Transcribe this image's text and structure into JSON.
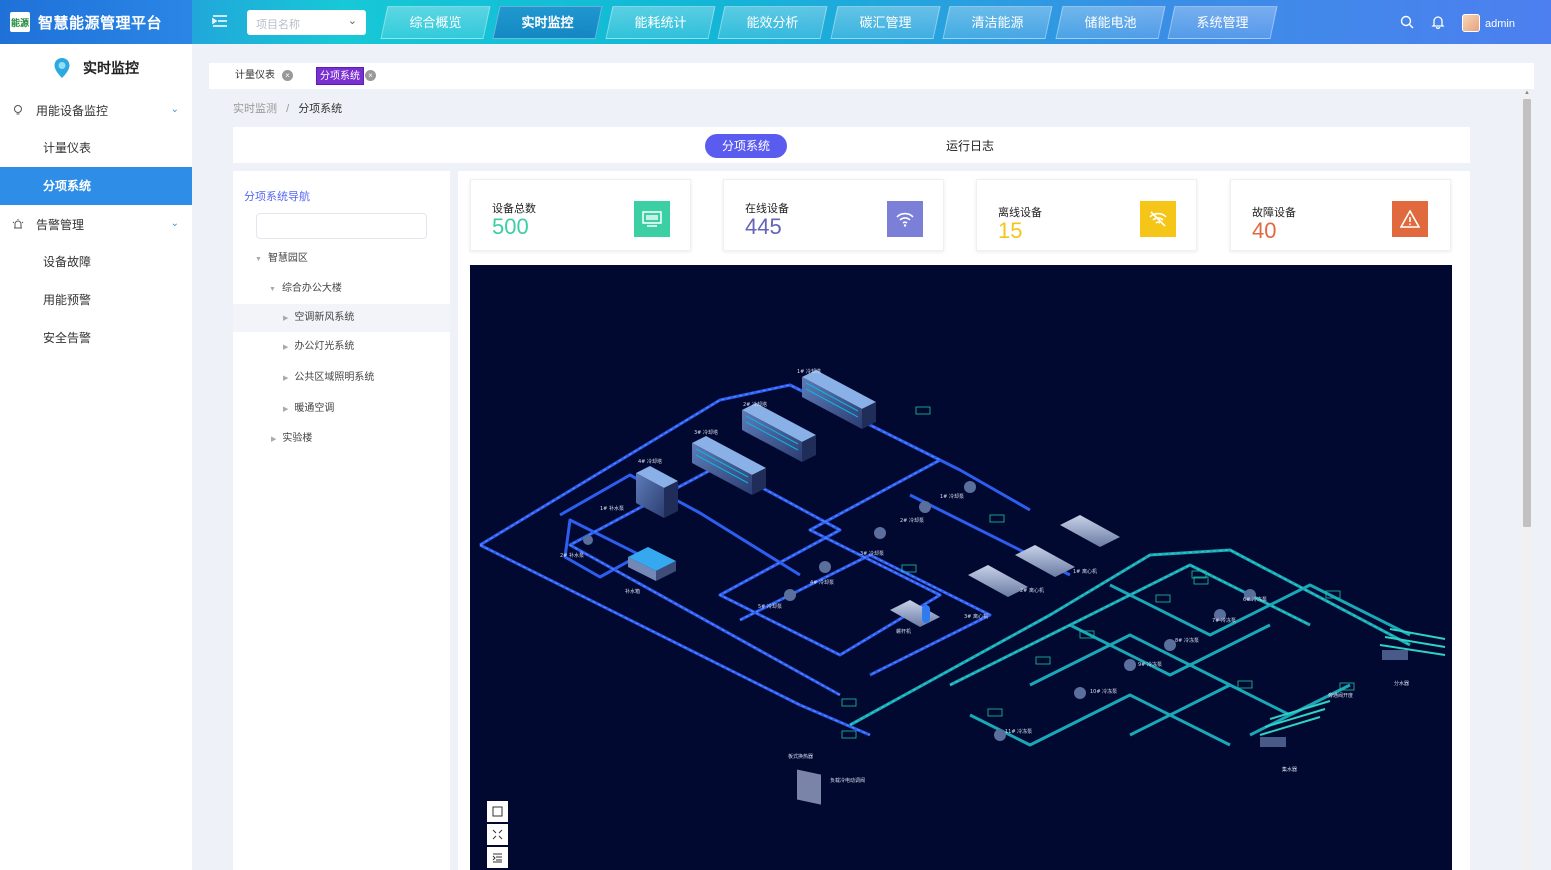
{
  "brand": {
    "title": "智慧能源管理平台",
    "logo_text": "能源"
  },
  "topbar": {
    "project_placeholder": "项目名称",
    "nav_tabs": [
      {
        "label": "综合概览"
      },
      {
        "label": "实时监控"
      },
      {
        "label": "能耗统计"
      },
      {
        "label": "能效分析"
      },
      {
        "label": "碳汇管理"
      },
      {
        "label": "清洁能源"
      },
      {
        "label": "储能电池"
      },
      {
        "label": "系统管理"
      }
    ],
    "active_tab": "实时监控",
    "user": {
      "name": "admin"
    }
  },
  "sidebar": {
    "title": "实时监控",
    "groups": [
      {
        "label": "用能设备监控",
        "items": [
          {
            "label": "计量仪表"
          },
          {
            "label": "分项系统"
          }
        ]
      },
      {
        "label": "告警管理",
        "items": [
          {
            "label": "设备故障"
          },
          {
            "label": "用能预警"
          },
          {
            "label": "安全告警"
          }
        ]
      }
    ],
    "active_item": "分项系统"
  },
  "page_tabs": [
    {
      "label": "计量仪表"
    },
    {
      "label": "分项系统"
    }
  ],
  "breadcrumb": {
    "parent": "实时监测",
    "separator": "/",
    "current": "分项系统"
  },
  "content_tabs": [
    {
      "label": "分项系统"
    },
    {
      "label": "运行日志"
    }
  ],
  "tree": {
    "title": "分项系统导航",
    "nodes": [
      {
        "label": "智慧园区"
      },
      {
        "label": "综合办公大楼"
      },
      {
        "label": "空调新风系统"
      },
      {
        "label": "办公灯光系统"
      },
      {
        "label": "公共区域照明系统"
      },
      {
        "label": "暖通空调"
      },
      {
        "label": "实验楼"
      }
    ],
    "selected": "空调新风系统"
  },
  "stats": [
    {
      "label": "设备总数",
      "value": "500",
      "color": "#3ccfa4",
      "icon_color": "#3ccfa4",
      "icon": "monitor-icon"
    },
    {
      "label": "在线设备",
      "value": "445",
      "color": "#6464b8",
      "icon_color": "#7b7fd8",
      "icon": "wifi-icon"
    },
    {
      "label": "离线设备",
      "value": "15",
      "color": "#f5c518",
      "icon_color": "#f5c518",
      "icon": "wifi-off-icon"
    },
    {
      "label": "故障设备",
      "value": "40",
      "color": "#e0693e",
      "icon_color": "#e0693e",
      "icon": "warning-icon"
    }
  ],
  "diagram": {
    "cooling_towers": [
      "1# 冷却塔",
      "2# 冷却塔",
      "3# 冷却塔",
      "4# 冷却塔"
    ],
    "cooling_pumps": [
      "1# 冷却泵",
      "2# 冷却泵",
      "3# 冷却泵",
      "4# 冷却泵",
      "5# 冷却泵"
    ],
    "chillers": [
      "1# 离心机",
      "2# 离心机",
      "3# 离心机",
      "螺杆机"
    ],
    "chilled_pumps": [
      "6# 冷冻泵",
      "7# 冷冻泵",
      "8# 冷冻泵",
      "9# 冷冻泵",
      "10# 冷冻泵",
      "11# 冷冻泵"
    ],
    "others": [
      "1# 补水泵",
      "2# 补水泵",
      "补水箱",
      "板式换热器",
      "分水器",
      "集水器",
      "旁通阀开度",
      "负载冷电动调阀"
    ]
  },
  "diagram_controls": [
    "square-icon",
    "collapse-icon",
    "indent-icon"
  ]
}
